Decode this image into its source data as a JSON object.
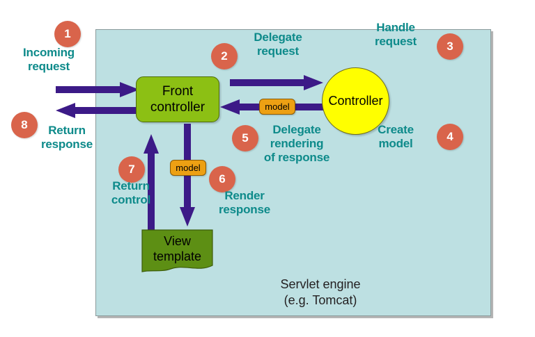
{
  "diagram": {
    "title": "Front controller (MVC) request flow inside a servlet engine",
    "container": {
      "caption": "Servlet engine\n(e.g. Tomcat)",
      "fill_color": "#bde0e2",
      "border_color": "#8a9a9b"
    },
    "colors": {
      "step_text": "#0d8a8a",
      "step_badge": "#d9644b",
      "arrow": "#3c1a87",
      "front_controller": "#8cc014",
      "controller": "#ffff00",
      "model": "#eda013",
      "view_template": "#5d8f14",
      "container": "#bde0e2"
    },
    "nodes": {
      "front_controller": "Front\ncontroller",
      "controller": "Controller",
      "view_template": "View\ntemplate",
      "model_upper": "model",
      "model_lower": "model"
    },
    "steps": [
      {
        "number": "1",
        "label": "Incoming\nrequest"
      },
      {
        "number": "2",
        "label": "Delegate\nrequest"
      },
      {
        "number": "3",
        "label": "Handle\nrequest"
      },
      {
        "number": "4",
        "label": "Create\nmodel"
      },
      {
        "number": "5",
        "label": "Delegate\nrendering\nof response"
      },
      {
        "number": "6",
        "label": "Render\nresponse"
      },
      {
        "number": "7",
        "label": "Return\ncontrol"
      },
      {
        "number": "8",
        "label": "Return\nresponse"
      }
    ],
    "arrows": [
      {
        "name": "incoming-request-arrow",
        "direction": "right"
      },
      {
        "name": "return-response-arrow",
        "direction": "left"
      },
      {
        "name": "delegate-request-arrow",
        "direction": "right"
      },
      {
        "name": "create-model-arrow",
        "direction": "left"
      },
      {
        "name": "return-control-arrow",
        "direction": "up"
      },
      {
        "name": "render-response-arrow",
        "direction": "down"
      }
    ]
  }
}
